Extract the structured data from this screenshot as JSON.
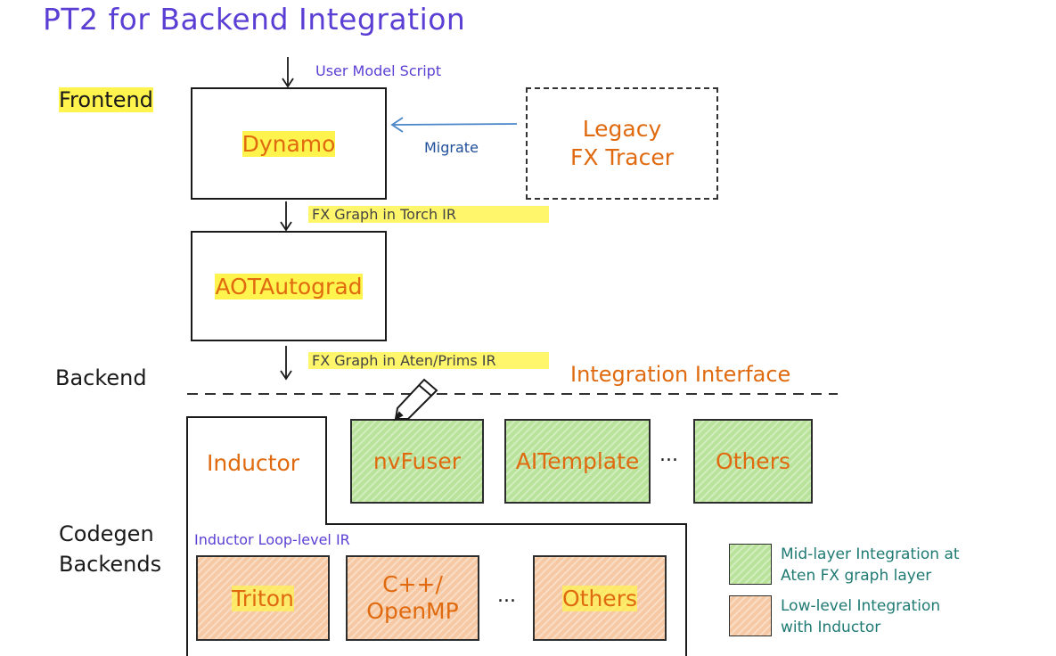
{
  "title": "PT2 for Backend Integration",
  "sections": {
    "frontend": "Frontend",
    "backend": "Backend",
    "codegen": "Codegen\nBackends"
  },
  "labels": {
    "user_model_script": "User Model Script",
    "migrate": "Migrate",
    "fx_graph_torch_ir": "FX Graph in Torch IR",
    "fx_graph_aten_ir": "FX Graph in Aten/Prims IR",
    "integration_interface": "Integration Interface",
    "inductor_loop_ir": "Inductor Loop-level IR"
  },
  "boxes": {
    "dynamo": "Dynamo",
    "legacy_fx_tracer": "Legacy\nFX Tracer",
    "aot_autograd": "AOTAutograd",
    "inductor": "Inductor",
    "nvfuser": "nvFuser",
    "aitemplate": "AITemplate",
    "others_mid": "Others",
    "triton": "Triton",
    "cpp_openmp": "C++/\nOpenMP",
    "others_low": "Others"
  },
  "ellipsis": "...",
  "legend": {
    "mid": "Mid-layer Integration at\nAten FX graph layer",
    "low": "Low-level Integration\nwith Inductor"
  },
  "colors": {
    "title": "#5b3fd4",
    "box_text": "#e06a0f",
    "highlight": "#fff34d",
    "mid_layer_fill": "#b9e39a",
    "low_level_fill": "#f6c9a4",
    "migrate_arrow": "#4a86c8",
    "legend_text": "#1f7a73"
  },
  "icons": [
    "down-arrow-icon",
    "left-arrow-icon",
    "pen-icon"
  ]
}
